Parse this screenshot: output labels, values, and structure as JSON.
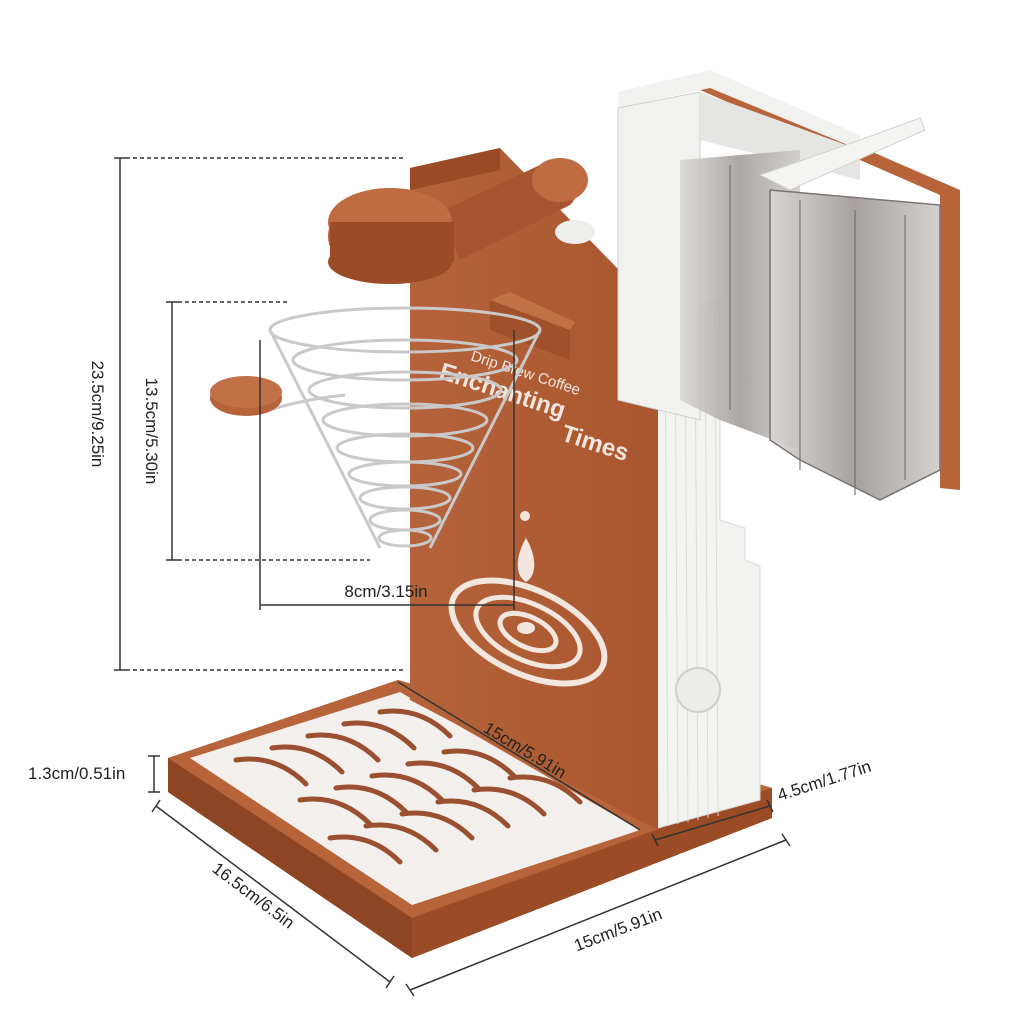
{
  "product": {
    "brand_small": "Drip Brew Coffee",
    "brand_large_line1": "Enchanting",
    "brand_large_line2": "Times"
  },
  "dimensions": {
    "total_height": "23.5cm/9.25in",
    "dripper_height": "13.5cm/5.30in",
    "dripper_width": "8cm/3.15in",
    "tray_thickness": "1.3cm/0.51in",
    "tray_depth": "16.5cm/6.5in",
    "tray_width": "15cm/5.91in",
    "inner_tray_width": "15cm/5.91in",
    "stand_depth": "4.5cm/1.77in"
  },
  "colors": {
    "body": "#b8643a",
    "body_dark": "#8e4524",
    "white": "#f4f4f2",
    "wire": "#c9c9c9"
  }
}
